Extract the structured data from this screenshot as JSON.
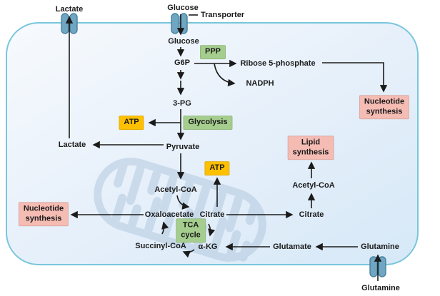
{
  "diagram": {
    "type": "metabolic-pathway",
    "description_visible_text_only": true
  },
  "labels": {
    "lactate_out": "Lactate",
    "glucose_out": "Glucose",
    "transporter": "Transporter",
    "glucose_in": "Glucose",
    "g6p": "G6P",
    "ribose5p": "Ribose 5-phosphate",
    "nadph": "NADPH",
    "pg3": "3-PG",
    "pyruvate": "Pyruvate",
    "lactate_in": "Lactate",
    "acetylcoa_mito": "Acetyl-CoA",
    "oxaloacetate": "Oxaloacetate",
    "citrate_mito": "Citrate",
    "succinylcoa": "Succinyl-CoA",
    "akg": "α-KG",
    "citrate_cyto": "Citrate",
    "acetylcoa_cyto": "Acetyl-CoA",
    "glutamate": "Glutamate",
    "glutamine_in": "Glutamine",
    "glutamine_out": "Glutamine"
  },
  "boxes": {
    "ppp": {
      "label": "PPP",
      "color": "#A5CE8E"
    },
    "glycolysis": {
      "label": "Glycolysis",
      "color": "#A5CE8E"
    },
    "tca": {
      "label": "TCA\ncycle",
      "color": "#A5CE8E"
    },
    "atp_glycolysis": {
      "label": "ATP",
      "color": "#FFC000"
    },
    "atp_tca": {
      "label": "ATP",
      "color": "#FFC000"
    },
    "nucleotide_right": {
      "label": "Nucleotide\nsynthesis",
      "color": "#F5BCB4"
    },
    "nucleotide_left": {
      "label": "Nucleotide\nsynthesis",
      "color": "#F5BCB4"
    },
    "lipid": {
      "label": "Lipid\nsynthesis",
      "color": "#F5BCB4"
    }
  },
  "colors": {
    "membrane": "#79C6DC",
    "cell_fill_top": "#F7FAFD",
    "cell_fill_bottom": "#D6E8F7",
    "transporter_fill": "#6FA6C2",
    "transporter_stroke": "#47809F",
    "mitochondrion_watermark": "#AFC6DD",
    "arrow": "#1B1B1B",
    "green_box": "#A5CE8E",
    "orange_box": "#FFC000",
    "pink_box": "#F5BCB4"
  },
  "icons": {
    "transporter_channels": [
      "lactate-transporter",
      "glucose-transporter",
      "glutamine-transporter"
    ],
    "watermark": "mitochondrion"
  }
}
